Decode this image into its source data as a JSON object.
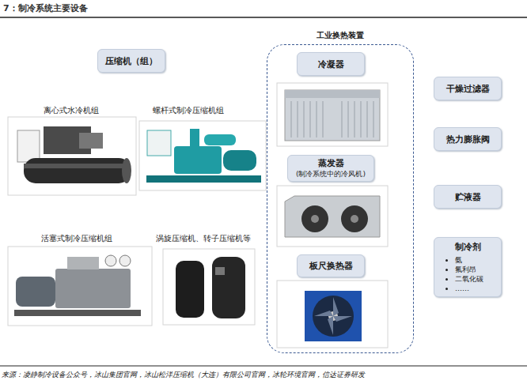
{
  "diagram": {
    "title": "7：制冷系统主要设备",
    "caption": "来源：凌静制冷设备公众号，冰山集团官网，冰山松洋压缩机（大连）有限公司官网，冰轮环境官网，信达证券研发",
    "nodes": [
      {
        "text": [
          "压缩机（组）"
        ]
      },
      {
        "text": [
          "工业换热装置"
        ]
      },
      {
        "text": [
          "冷凝器"
        ],
        "in": 1
      },
      {
        "text": [
          "蒸发器",
          "(制冷系统中的冷风机)"
        ],
        "in": 1
      },
      {
        "text": [
          "板尺换热器"
        ],
        "in": 1
      },
      {
        "text": [
          "干燥过滤器"
        ]
      },
      {
        "text": [
          "热力膨胀阀"
        ]
      },
      {
        "text": [
          "贮液器"
        ]
      },
      {
        "text": [
          "制冷剂",
          "氨",
          "氟利昂",
          "二氧化碳",
          "……"
        ]
      }
    ],
    "labels": [
      "离心式水冷机组",
      "螺杆式制冷压缩机组",
      "活塞式制冷压缩机组",
      "涡旋压缩机、转子压缩机等"
    ]
  }
}
